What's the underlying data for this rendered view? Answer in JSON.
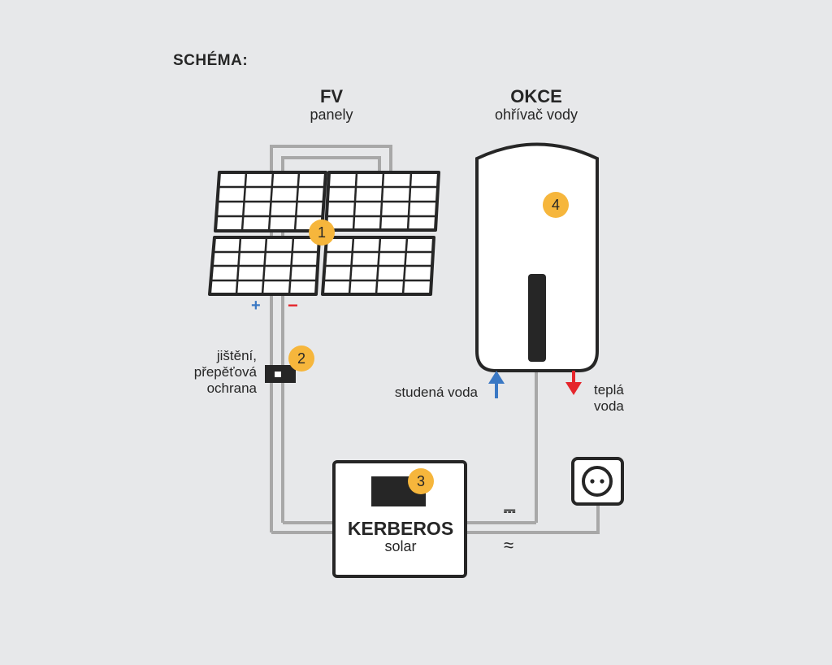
{
  "header": {
    "title": "SCHÉMA:"
  },
  "pv": {
    "title": "FV",
    "subtitle": "panely"
  },
  "heater": {
    "title": "OKCE",
    "subtitle": "ohřívač vody"
  },
  "protection": {
    "label": "jištění, přepěťová ochrana"
  },
  "water": {
    "cold_label": "studená voda",
    "hot_label": "teplá voda"
  },
  "controller": {
    "title": "KERBEROS",
    "subtitle": "solar"
  },
  "polarity": {
    "plus": "+",
    "minus": "−"
  },
  "current": {
    "dc_symbol": "⎓",
    "ac_symbol": "≈"
  },
  "badges": [
    "1",
    "2",
    "3",
    "4"
  ],
  "colors": {
    "background": "#e7e8ea",
    "badge": "#f6b63c",
    "wire": "#a8a8a8",
    "dark": "#262626",
    "cold": "#3a78c4",
    "hot": "#e5262c"
  },
  "icons": [
    "solar-panel-icon",
    "fuse-icon",
    "water-heater-icon",
    "arrow-up-icon",
    "arrow-down-icon",
    "power-socket-icon"
  ]
}
